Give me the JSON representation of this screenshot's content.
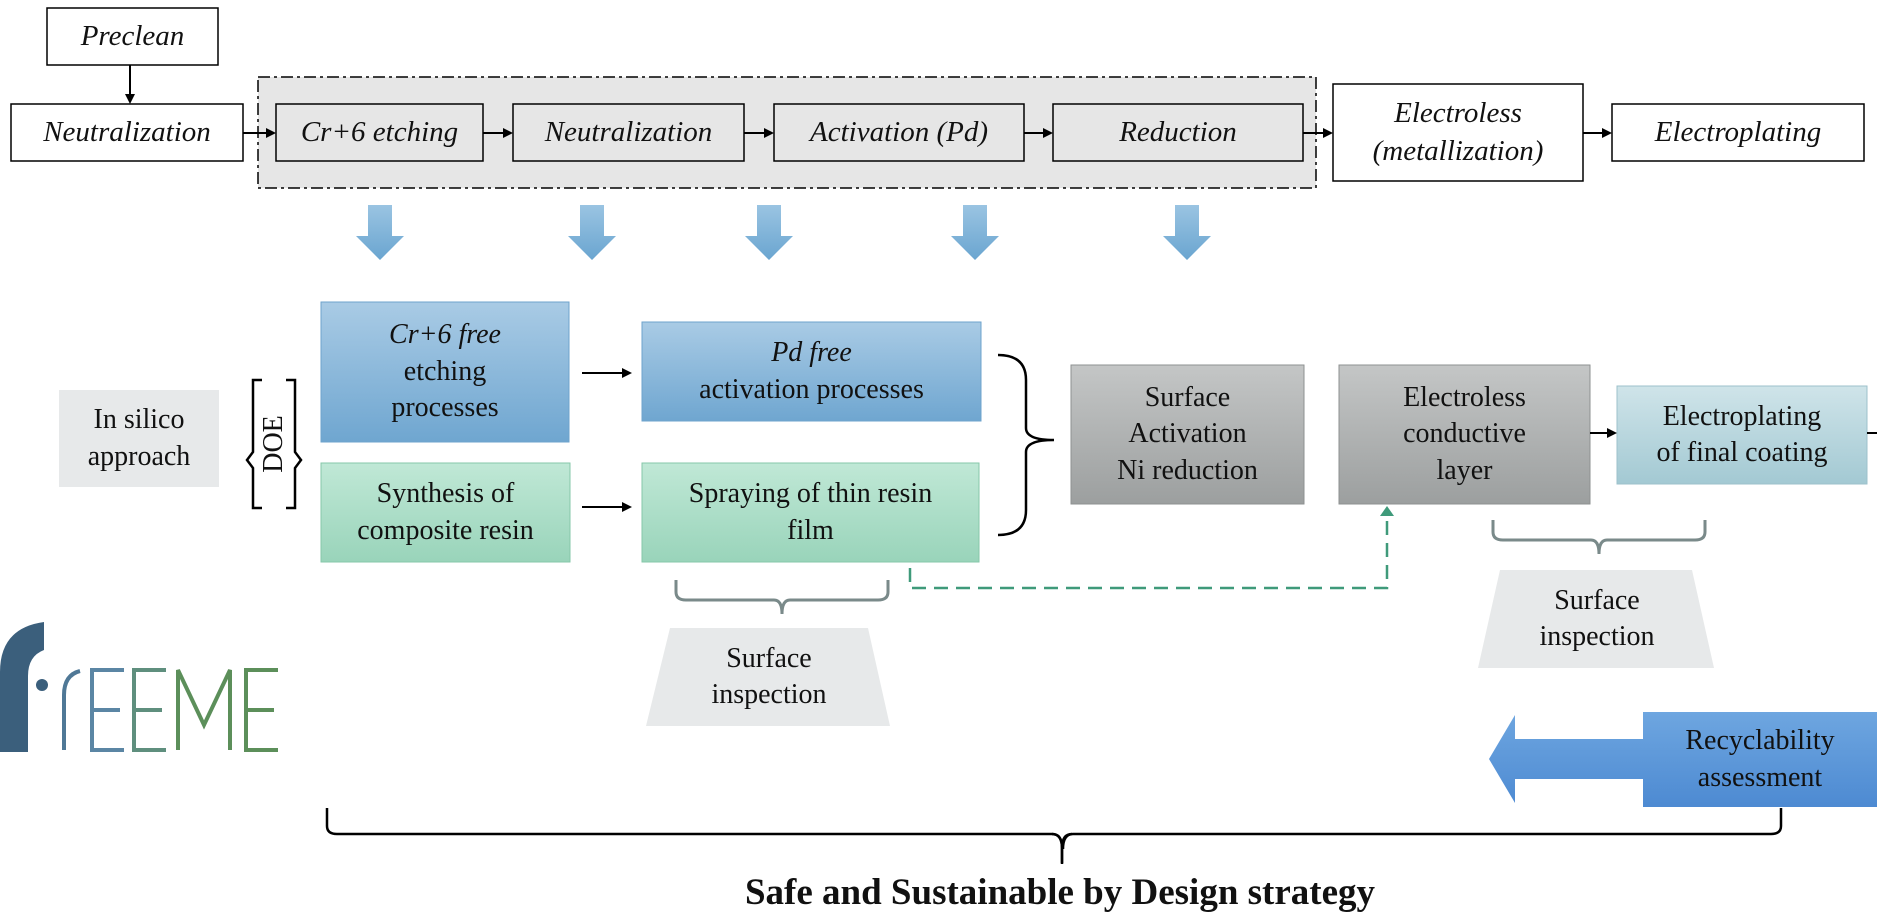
{
  "process_flow": {
    "preclean": "Preclean",
    "neutralization_1": "Neutralization",
    "etching": "Cr+6 etching",
    "neutralization_2": "Neutralization",
    "activation": "Activation (Pd)",
    "reduction": "Reduction",
    "electroless_line1": "Electroless",
    "electroless_line2": "(metallization)",
    "electroplating": "Electroplating"
  },
  "alternatives": {
    "in_silico_line1": "In silico",
    "in_silico_line2": "approach",
    "doe": "DOE",
    "cr_free_line1": "Cr+6 free",
    "cr_free_line2": "etching",
    "cr_free_line3": "processes",
    "synthesis_line1": "Synthesis of",
    "synthesis_line2": "composite resin",
    "pd_free_line1": "Pd free",
    "pd_free_line2": "activation processes",
    "spraying_line1": "Spraying of thin resin",
    "spraying_line2": "film",
    "surface_activation_line1": "Surface",
    "surface_activation_line2": "Activation",
    "surface_activation_line3": "Ni reduction",
    "electroless_layer_line1": "Electroless",
    "electroless_layer_line2": "conductive",
    "electroless_layer_line3": "layer",
    "electroplating_final_line1": "Electroplating",
    "electroplating_final_line2": "of final coating",
    "inspection_1_line1": "Surface",
    "inspection_1_line2": "inspection",
    "inspection_2_line1": "Surface",
    "inspection_2_line2": "inspection",
    "recyclability_line1": "Recyclability",
    "recyclability_line2": "assessment"
  },
  "logo_text": "FREEME",
  "strategy_title": "Safe and Sustainable by Design strategy",
  "colors": {
    "blue_box": "#85b4d6",
    "green_box": "#a9dcc5",
    "gray_box": "#a9acac",
    "light_gray": "#e7e9ea",
    "down_arrow": "#7fb2d6",
    "dashed_line": "#3f9a7a",
    "logo_dark": "#3b5f7c",
    "logo_green": "#5c8f5a",
    "recycle_arrow": "#8ab4e0"
  }
}
